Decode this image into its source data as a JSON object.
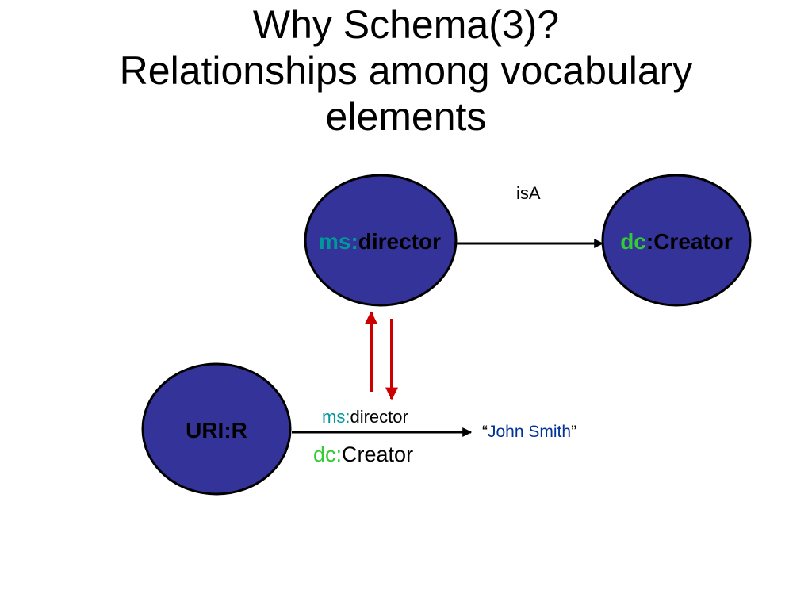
{
  "title": {
    "line1": "Why Schema(3)?",
    "line2": "Relationships among vocabulary",
    "line3": "elements"
  },
  "colors": {
    "node_fill": "#333399",
    "ms_prefix": "#009999",
    "dc_prefix": "#33cc33",
    "literal_text": "#003399",
    "subproperty_arrow": "#cc0000",
    "edge": "#000000"
  },
  "nodes": {
    "ms_director": {
      "prefix": "ms:",
      "name": "director"
    },
    "dc_creator": {
      "prefix": "dc",
      "name": ":Creator"
    },
    "uri_r": {
      "label": "URI:R"
    }
  },
  "edges": {
    "isa": {
      "label": "isA"
    },
    "property": {
      "label_top_prefix": "ms:",
      "label_top_name": "director",
      "label_bottom_prefix": "dc:",
      "label_bottom_name": "Creator"
    }
  },
  "literal": {
    "open_quote": "“",
    "value": "John Smith",
    "close_quote": "”"
  }
}
